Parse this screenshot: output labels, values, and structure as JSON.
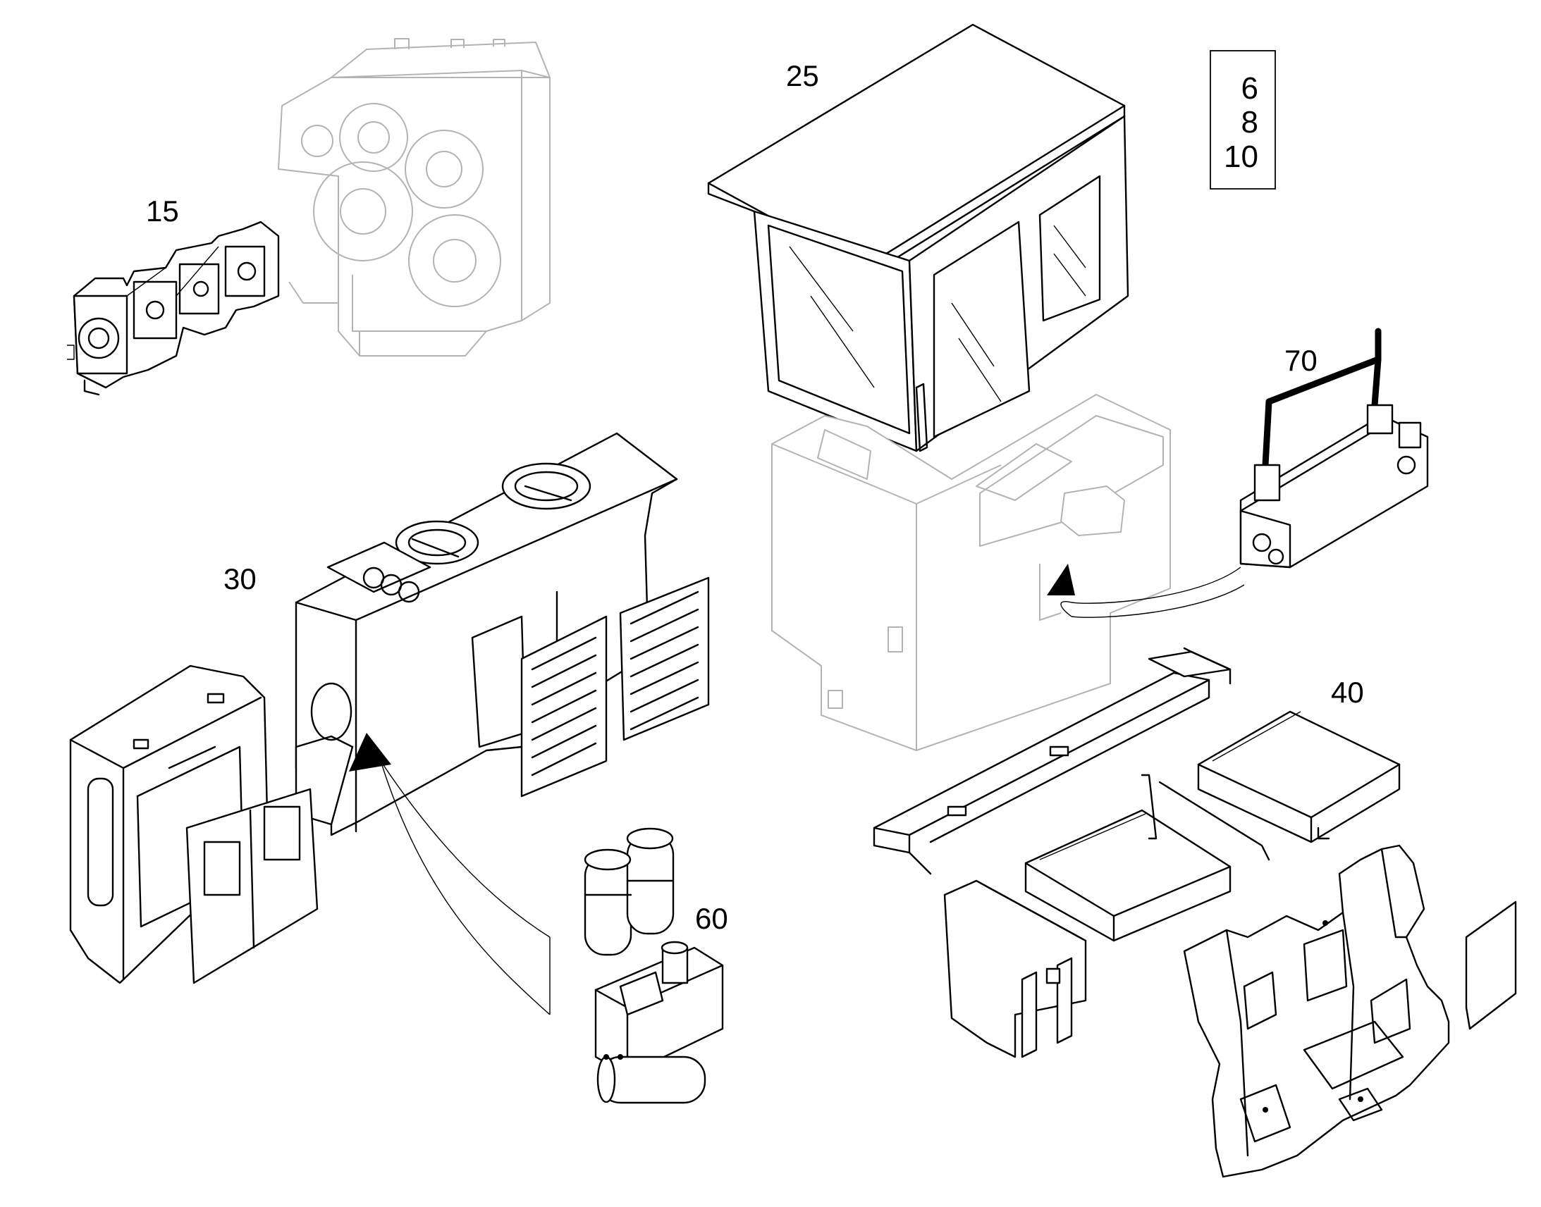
{
  "callouts": {
    "c15": "15",
    "c25": "25",
    "c30": "30",
    "c40": "40",
    "c60": "60",
    "c70": "70"
  },
  "reference_box": {
    "line1": "6",
    "line2": "8",
    "line3": "10"
  }
}
